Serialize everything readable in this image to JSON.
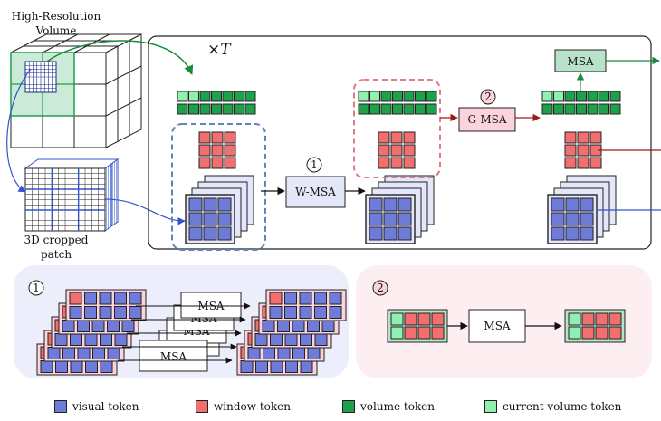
{
  "volume": {
    "title_line1": "High-Resolution",
    "title_line2": "Volume"
  },
  "patch": {
    "label_line1": "3D cropped",
    "label_line2": "patch"
  },
  "main": {
    "repeat": "×T"
  },
  "steps": {
    "w_msa": "W-MSA",
    "g_msa": "G-MSA",
    "msa_top": "MSA",
    "circle1": "1",
    "circle2": "2"
  },
  "detail1": {
    "circle": "1",
    "msa": "MSA"
  },
  "detail2": {
    "circle": "2",
    "msa": "MSA"
  },
  "legend": [
    {
      "label": "visual token",
      "color": "#6f7bd8"
    },
    {
      "label": "window token",
      "color": "#f26f6f"
    },
    {
      "label": "volume token",
      "color": "#1fa04a"
    },
    {
      "label": "current volume token",
      "color": "#8ff0b0"
    }
  ],
  "colors": {
    "visual": "#6f7bd8",
    "window": "#f26f6f",
    "volume": "#1fa04a",
    "current": "#8ff0b0",
    "msa_fill": "#b9e3c9",
    "gmsa_fill": "#fbd3da",
    "wmsa_fill": "#e4e7fa",
    "panel1_bg": "#eceefb",
    "panel2_bg": "#fdeef2",
    "green_arrow": "#1b8a3a",
    "red_arrow": "#9b1b1b",
    "blue_arrow": "#3355cc"
  }
}
